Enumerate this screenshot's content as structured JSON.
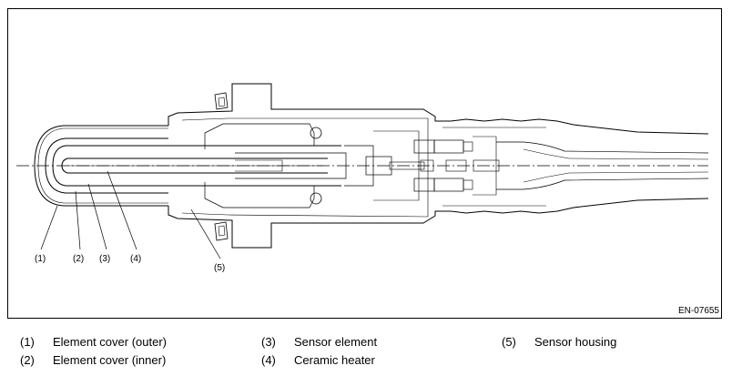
{
  "figure": {
    "code": "EN-07655",
    "callouts": [
      "(1)",
      "(2)",
      "(3)",
      "(4)",
      "(5)"
    ]
  },
  "legend": [
    {
      "num": "(1)",
      "text": "Element cover (outer)"
    },
    {
      "num": "(2)",
      "text": "Element cover (inner)"
    },
    {
      "num": "(3)",
      "text": "Sensor element"
    },
    {
      "num": "(4)",
      "text": "Ceramic heater"
    },
    {
      "num": "(5)",
      "text": "Sensor housing"
    }
  ]
}
